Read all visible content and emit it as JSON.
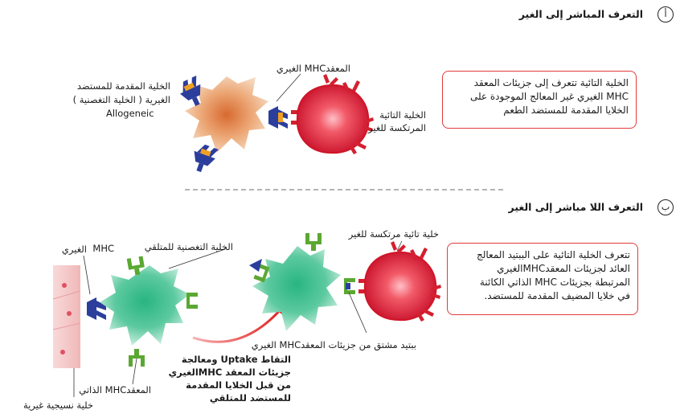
{
  "section_a": {
    "letter": "أ",
    "title": "التعرف المباشر إلى الغير",
    "apc_label": [
      "الخلية المقدمة للمستضد",
      "الغيرية ( الخلية التغصنية )"
    ],
    "allogeneic": "Allogeneic",
    "mhc_label": "المعقدMHC الغيري",
    "tcell_label": [
      "الخلية التائية",
      "المرتكسة للغير"
    ],
    "box": [
      "الخلية التائية تتعرف إلى جزيئات المعقد",
      "MHC الغيري غير المعالج الموجودة على",
      "الخلايا المقدمة للمستضد الطعم"
    ]
  },
  "section_b": {
    "letter": "ب",
    "title": "التعرف اللا مباشر إلى الغير",
    "mhc_allo_label": [
      "MHC",
      "الغيري"
    ],
    "dc_label": "الخلية التغصنية للمتلقي",
    "self_mhc_label": "المعقدMHC الذاتي",
    "tissue_label": "خلية نسيجية غيرية",
    "uptake_label": [
      "التقاط Uptake ومعالجة",
      "جزيئات المعقد MHCالغيري",
      "من قبل الخلايا المقدمة",
      "للمستضد للمتلقي"
    ],
    "tcell_label": "خلية تائية مرتكسة للغير",
    "peptide_label": "ببتيد مشتق من جزيئات المعقدMHC الغيري",
    "box": [
      "تتعرف الخلية التائية على الببتيد المعالج",
      "العائد لجزيئات المعقدMHCالغيري",
      "المرتبطة بجزيئات MHC الذاتي الكائنة",
      "في خلايا المضيف المقدمة للمستضد."
    ]
  },
  "colors": {
    "apc_orange": "#e8a070",
    "dendritic_green": "#4cc69a",
    "tcell_red": "#e8283a",
    "mhc_blue": "#2c3e9c",
    "mhc_green": "#5aa832",
    "box_border": "#e23a3a"
  }
}
